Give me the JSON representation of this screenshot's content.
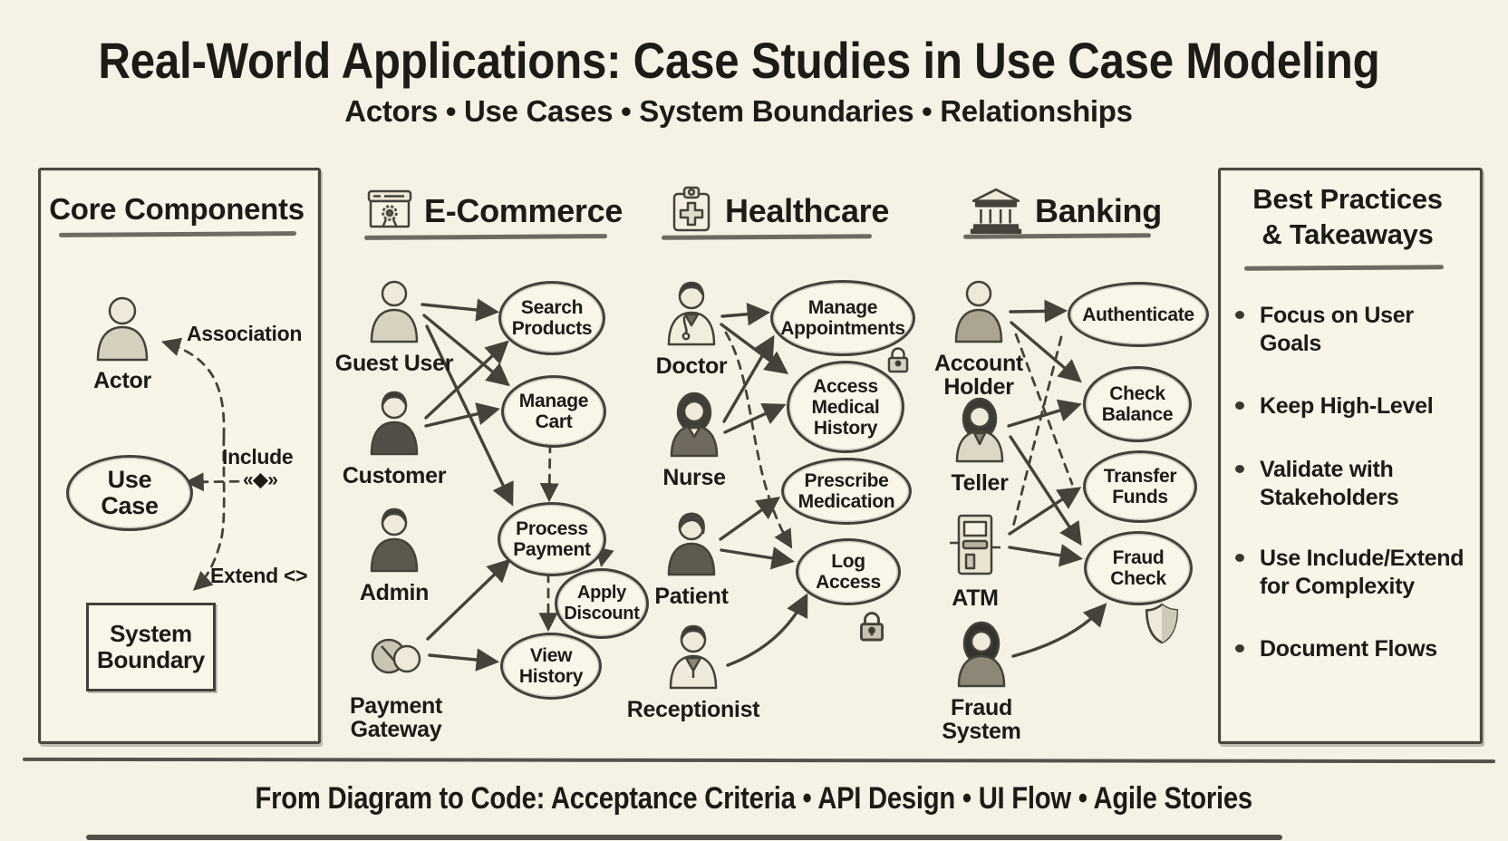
{
  "header": {
    "title": "Real-World Applications: Case Studies in Use Case Modeling",
    "subtitle": "Actors • Use Cases • System Boundaries • Relationships"
  },
  "core_panel": {
    "title": "Core Components",
    "actor_label": "Actor",
    "association_label": "Association",
    "use_case_label": "Use\nCase",
    "include_label": "Include",
    "include_symbol": "«◆»",
    "extend_label": "Extend <>",
    "system_boundary_label": "System\nBoundary"
  },
  "columns": [
    {
      "title": "E-Commerce",
      "icon": "storefront-seal-icon",
      "actors": [
        {
          "label": "Guest User"
        },
        {
          "label": "Customer"
        },
        {
          "label": "Admin"
        },
        {
          "label": "Payment\nGateway"
        }
      ],
      "use_cases": [
        {
          "label": "Search\nProducts"
        },
        {
          "label": "Manage\nCart"
        },
        {
          "label": "Process\nPayment"
        },
        {
          "label": "Apply\nDiscount"
        },
        {
          "label": "View\nHistory"
        }
      ]
    },
    {
      "title": "Healthcare",
      "icon": "medical-clipboard-icon",
      "actors": [
        {
          "label": "Doctor"
        },
        {
          "label": "Nurse"
        },
        {
          "label": "Patient"
        },
        {
          "label": "Receptionist"
        }
      ],
      "use_cases": [
        {
          "label": "Manage\nAppointments"
        },
        {
          "label": "Access\nMedical\nHistory"
        },
        {
          "label": "Prescribe\nMedication"
        },
        {
          "label": "Log\nAccess"
        }
      ]
    },
    {
      "title": "Banking",
      "icon": "bank-building-icon",
      "actors": [
        {
          "label": "Account\nHolder"
        },
        {
          "label": "Teller"
        },
        {
          "label": "ATM"
        },
        {
          "label": "Fraud\nSystem"
        }
      ],
      "use_cases": [
        {
          "label": "Authenticate"
        },
        {
          "label": "Check\nBalance"
        },
        {
          "label": "Transfer\nFunds"
        },
        {
          "label": "Fraud\nCheck"
        }
      ]
    }
  ],
  "best_practices": {
    "title": "Best Practices\n& Takeaways",
    "items": [
      "Focus on User Goals",
      "Keep High-Level",
      "Validate with Stakeholders",
      "Use Include/Extend for Complexity",
      "Document Flows"
    ]
  },
  "footer": {
    "text": "From Diagram to Code: Acceptance Criteria • API Design • UI Flow • Agile Stories"
  },
  "colors": {
    "background": "#f5f1e4",
    "ink": "#45423a",
    "text": "#1d1b17"
  }
}
